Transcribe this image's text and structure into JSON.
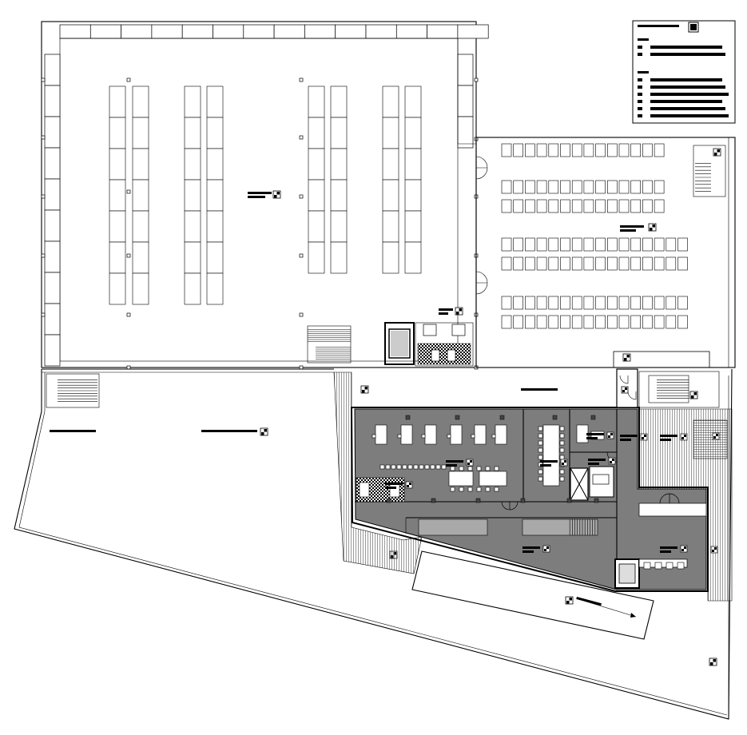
{
  "drawing": {
    "colors": {
      "line": "#000000",
      "shaded_office": "#7d7d7d",
      "hatch": "#555555",
      "background": "#ffffff"
    },
    "legend": {
      "groups": [
        {
          "rows": 2
        },
        {
          "rows": 6
        }
      ]
    },
    "rooms": [
      {
        "id": "hall",
        "label_marks": 1
      },
      {
        "id": "seating-hall",
        "label_marks": 1
      },
      {
        "id": "entrance-forecourt",
        "label_marks": 1
      },
      {
        "id": "office-open-plan",
        "label_marks": 1
      },
      {
        "id": "meeting-room",
        "label_marks": 1
      },
      {
        "id": "lobby",
        "label_marks": 1
      },
      {
        "id": "terrace",
        "label_marks": 1
      },
      {
        "id": "ramp",
        "label_marks": 1
      }
    ],
    "icons": [
      "north-arrow-icon",
      "room-tag-icon",
      "stair-icon",
      "door-swing-icon",
      "elevator-icon"
    ]
  }
}
